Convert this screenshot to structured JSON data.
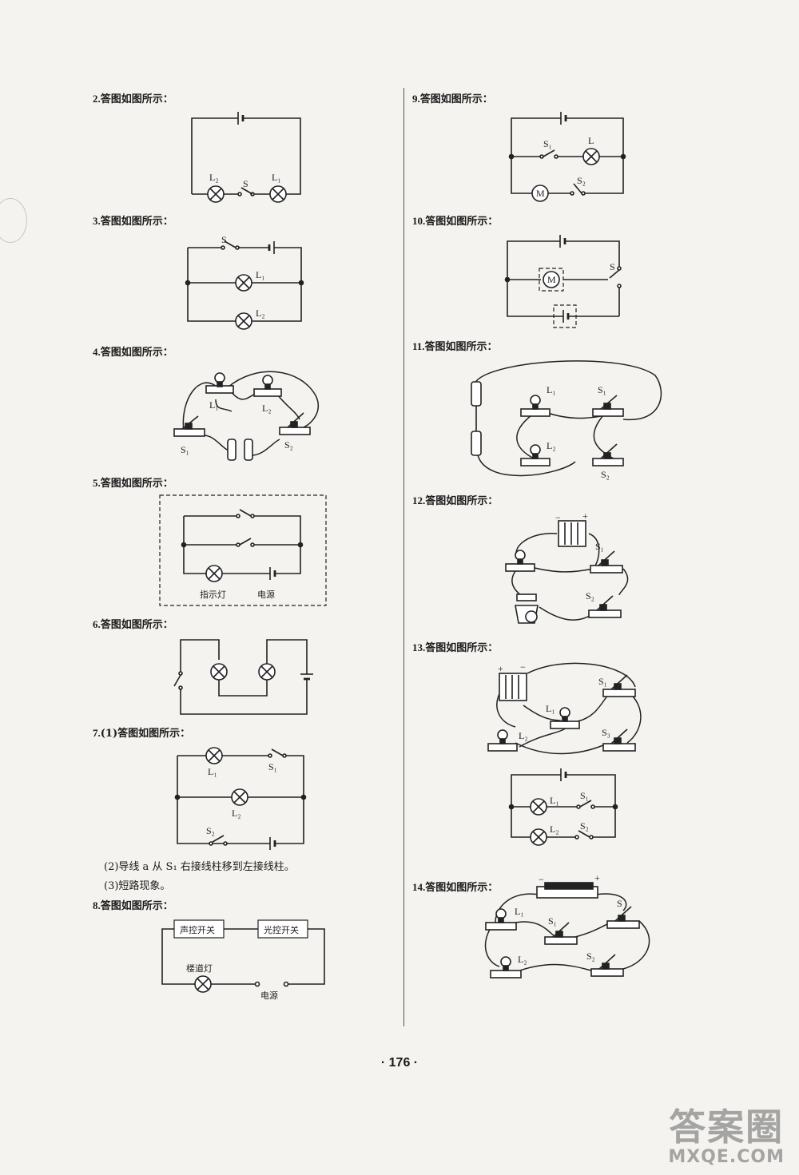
{
  "answers": [
    {
      "id": "2",
      "num": "2.",
      "text": "答图如图所示："
    },
    {
      "id": "3",
      "num": "3.",
      "text": "答图如图所示："
    },
    {
      "id": "4",
      "num": "4.",
      "text": "答图如图所示："
    },
    {
      "id": "5",
      "num": "5.",
      "text": "答图如图所示："
    },
    {
      "id": "6",
      "num": "6.",
      "text": "答图如图所示："
    },
    {
      "id": "7",
      "num": "7.",
      "text": "(1)答图如图所示："
    },
    {
      "id": "8",
      "num": "8.",
      "text": "答图如图所示："
    },
    {
      "id": "9",
      "num": "9.",
      "text": "答图如图所示："
    },
    {
      "id": "10",
      "num": "10.",
      "text": "答图如图所示："
    },
    {
      "id": "11",
      "num": "11.",
      "text": "答图如图所示："
    },
    {
      "id": "12",
      "num": "12.",
      "text": "答图如图所示："
    },
    {
      "id": "13",
      "num": "13.",
      "text": "答图如图所示："
    },
    {
      "id": "14",
      "num": "14.",
      "text": "答图如图所示："
    }
  ],
  "q7_extra": [
    "(2)导线 a 从 S₁ 右接线柱移到左接线柱。",
    "(3)短路现象。"
  ],
  "diagram_labels": {
    "L1": "L₁",
    "L2": "L₂",
    "S": "S",
    "S1": "S₁",
    "S2": "S₂",
    "S3": "S₃",
    "L": "L",
    "M": "M",
    "indicator_lamp": "指示灯",
    "power_source": "电源",
    "sound_switch": "声控开关",
    "light_switch": "光控开关",
    "stair_lamp": "楼道灯"
  },
  "page_number": "· 176 ·",
  "watermark": {
    "logo": "答案圈",
    "url": "MXQE.COM"
  }
}
